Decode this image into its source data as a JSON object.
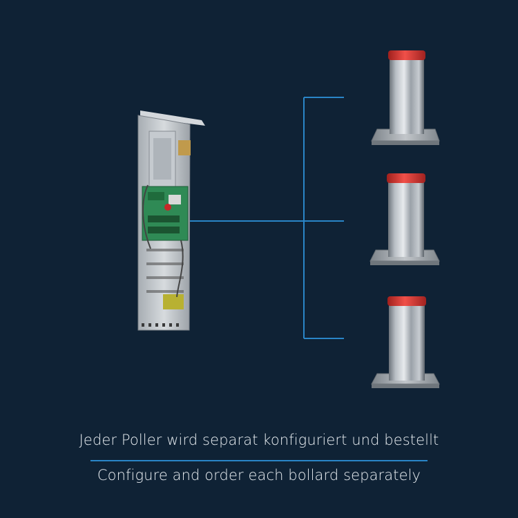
{
  "caption_de": "Jeder Poller wird separat konfiguriert und bestellt",
  "caption_en": "Configure and order each bollard separately",
  "colors": {
    "background": "#0f2235",
    "connector": "#2a86c8",
    "bollard_cap": "#e23a36",
    "text": "#e9eef2"
  },
  "bollard_count": 3
}
